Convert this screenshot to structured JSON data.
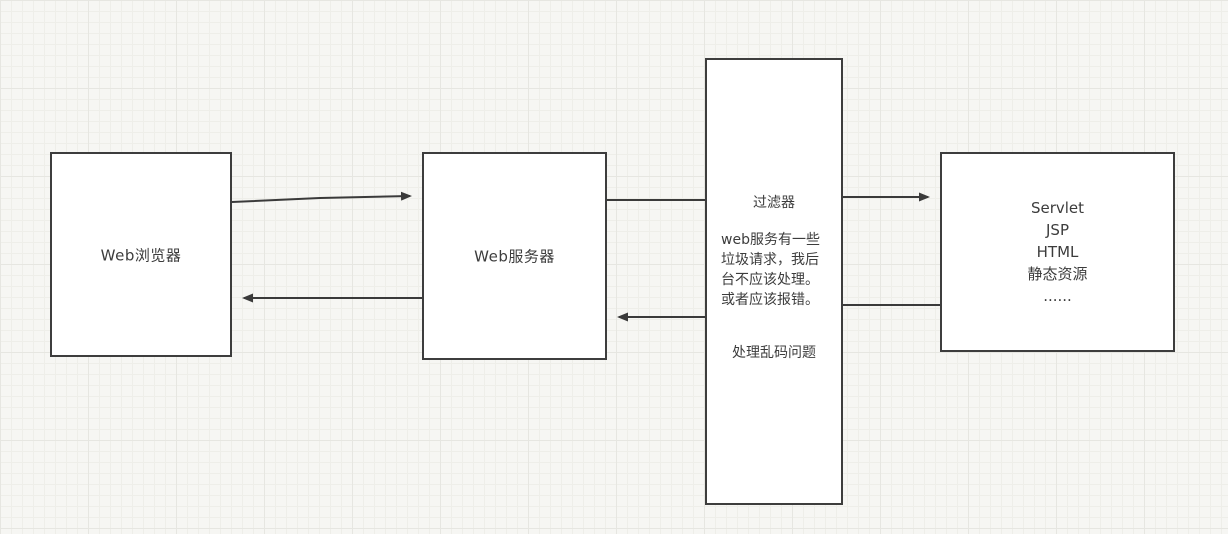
{
  "diagram": {
    "nodes": {
      "browser": {
        "label": "Web浏览器"
      },
      "server": {
        "label": "Web服务器"
      },
      "filter": {
        "title": "过滤器",
        "body_lines": [
          "web服务有一些",
          "垃圾请求，我后",
          "台不应该处理。",
          "或者应该报错。"
        ],
        "footer": "处理乱码问题"
      },
      "resources": {
        "lines": [
          "Servlet",
          "JSP",
          "HTML",
          "静态资源",
          "......"
        ]
      }
    },
    "colors": {
      "background": "#f6f6f3",
      "grid_line": "#e6e6e1",
      "box_fill": "#ffffff",
      "box_border": "#3d3d3d",
      "arrow": "#3a3a3a",
      "text": "#3c3c3c"
    }
  }
}
